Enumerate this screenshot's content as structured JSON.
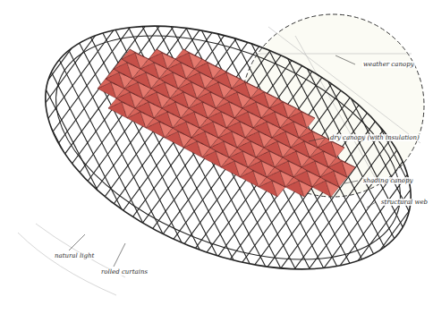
{
  "diagram": {
    "labels": [
      "weather canopy",
      "dry canopy (with insulation)",
      "shading canopy",
      "structural web",
      "natural light",
      "rolled curtains"
    ]
  }
}
